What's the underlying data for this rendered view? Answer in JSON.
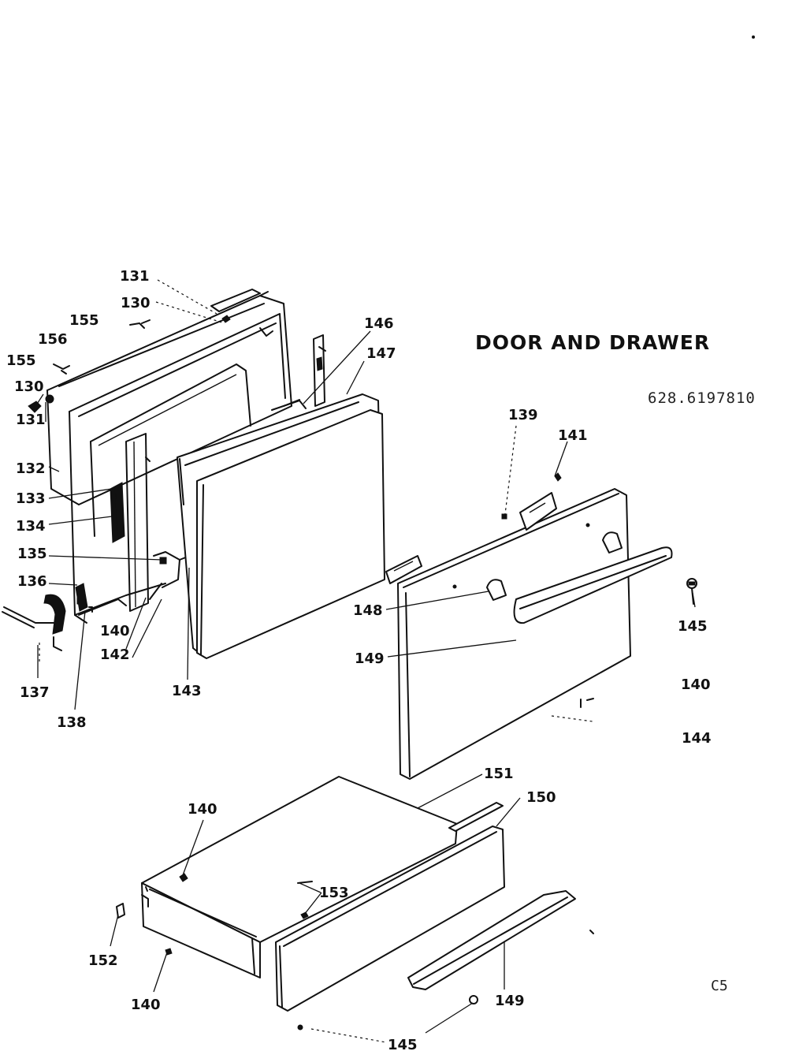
{
  "title": "DOOR AND DRAWER",
  "model_number": "628.6197810",
  "page_code": "C5",
  "callouts": [
    {
      "id": "c131a",
      "text": "131"
    },
    {
      "id": "c130a",
      "text": "130"
    },
    {
      "id": "c155a",
      "text": "155"
    },
    {
      "id": "c156",
      "text": "156"
    },
    {
      "id": "c155b",
      "text": "155"
    },
    {
      "id": "c130b",
      "text": "130"
    },
    {
      "id": "c131b",
      "text": "131"
    },
    {
      "id": "c132",
      "text": "132"
    },
    {
      "id": "c133",
      "text": "133"
    },
    {
      "id": "c134",
      "text": "134"
    },
    {
      "id": "c135",
      "text": "135"
    },
    {
      "id": "c136",
      "text": "136"
    },
    {
      "id": "c137",
      "text": "137"
    },
    {
      "id": "c138",
      "text": "138"
    },
    {
      "id": "c140a",
      "text": "140"
    },
    {
      "id": "c142",
      "text": "142"
    },
    {
      "id": "c143",
      "text": "143"
    },
    {
      "id": "c146",
      "text": "146"
    },
    {
      "id": "c147",
      "text": "147"
    },
    {
      "id": "c139",
      "text": "139"
    },
    {
      "id": "c141",
      "text": "141"
    },
    {
      "id": "c145a",
      "text": "145"
    },
    {
      "id": "c148",
      "text": "148"
    },
    {
      "id": "c149a",
      "text": "149"
    },
    {
      "id": "c140b",
      "text": "140"
    },
    {
      "id": "c144",
      "text": "144"
    },
    {
      "id": "c151",
      "text": "151"
    },
    {
      "id": "c150",
      "text": "150"
    },
    {
      "id": "c140c",
      "text": "140"
    },
    {
      "id": "c153",
      "text": "153"
    },
    {
      "id": "c152",
      "text": "152"
    },
    {
      "id": "c140d",
      "text": "140"
    },
    {
      "id": "c149b",
      "text": "149"
    },
    {
      "id": "c145b",
      "text": "145"
    }
  ]
}
